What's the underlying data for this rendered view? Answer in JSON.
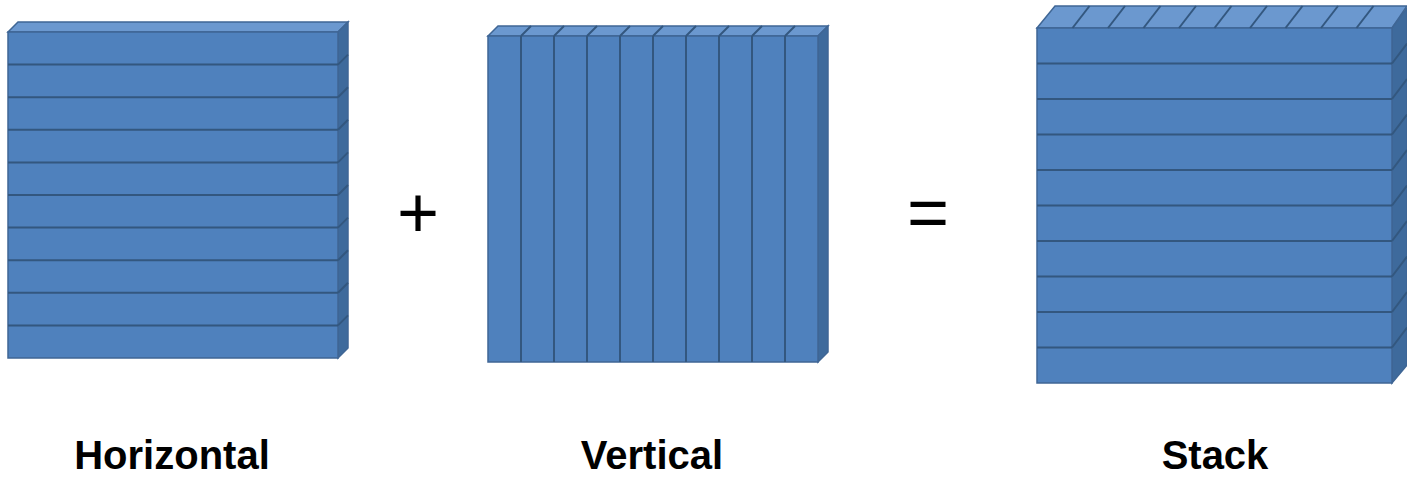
{
  "diagram": {
    "labels": [
      "+",
      "=",
      "Horizontal",
      "Vertical",
      "Stack"
    ]
  }
}
